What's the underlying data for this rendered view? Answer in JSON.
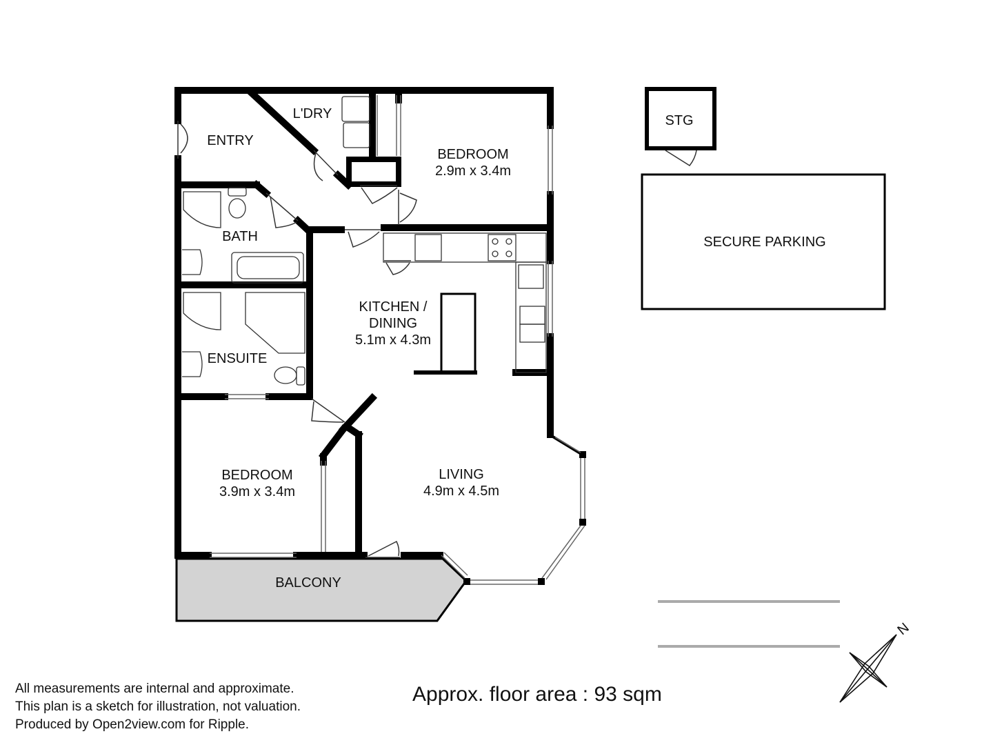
{
  "rooms": {
    "entry": "ENTRY",
    "laundry": "L'DRY",
    "bedroom1": {
      "name": "BEDROOM",
      "size": "2.9m x 3.4m"
    },
    "bath": "BATH",
    "kitchen": {
      "name_line1": "KITCHEN /",
      "name_line2": "DINING",
      "size": "5.1m x 4.3m"
    },
    "ensuite": "ENSUITE",
    "bedroom2": {
      "name": "BEDROOM",
      "size": "3.9m x 3.4m"
    },
    "living": {
      "name": "LIVING",
      "size": "4.9m x 4.5m"
    },
    "balcony": "BALCONY",
    "storage": "STG",
    "parking": "SECURE PARKING"
  },
  "compass": {
    "north_label": "N"
  },
  "footer": {
    "disclaimer": [
      "All measurements are internal and approximate.",
      "This plan is a sketch for illustration, not valuation.",
      "Produced by Open2view.com for Ripple."
    ],
    "floor_area": "Approx. floor area : 93 sqm"
  },
  "colors": {
    "wall": "#000000",
    "balcony_fill": "#d3d3d3",
    "fixture": "#333333"
  }
}
